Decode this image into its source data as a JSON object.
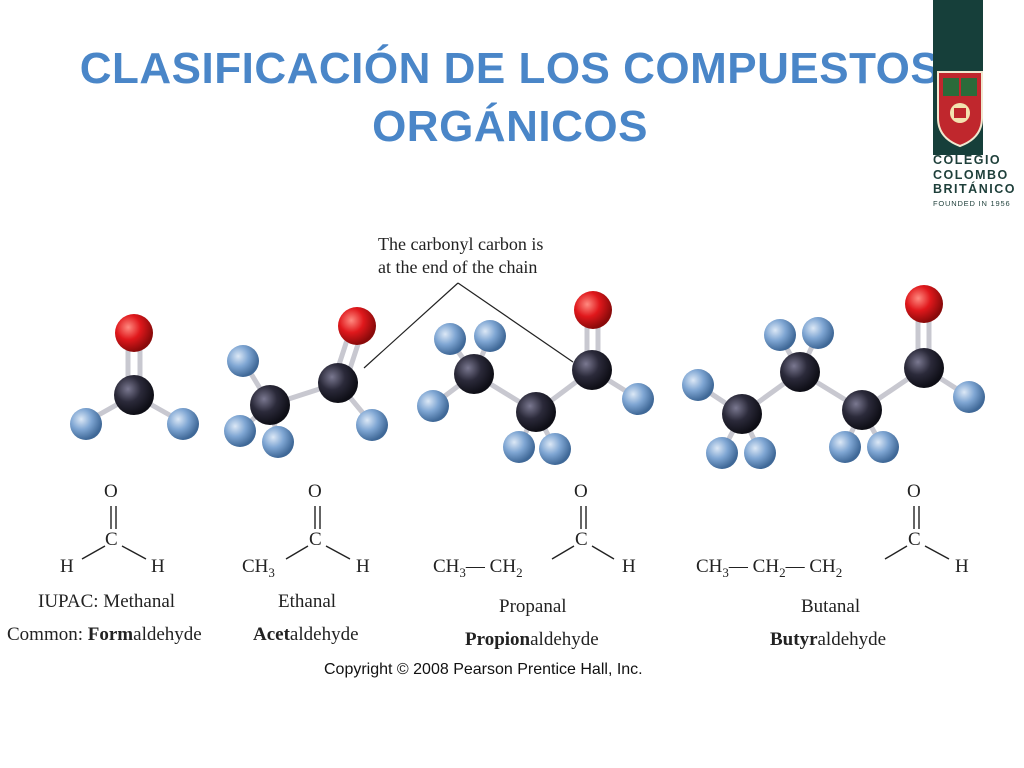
{
  "slide": {
    "title_line1": "CLASIFICACIÓN DE LOS COMPUESTOS",
    "title_line2": "ORGÁNICOS"
  },
  "logo": {
    "line1": "COLEGIO",
    "line2": "COLOMBO",
    "line3": "BRITÁNICO",
    "founded": "FOUNDED IN 1956",
    "colors": {
      "bar": "#163f3a",
      "shield_red": "#c0272d"
    }
  },
  "callout": {
    "line1": "The carbonyl carbon is",
    "line2": "at the end of the chain"
  },
  "formulas": {
    "O": "O",
    "C": "C",
    "H": "H",
    "CH3": "CH",
    "CH2": "CH",
    "sub3": "3",
    "sub2": "2",
    "bond_dash": "—"
  },
  "compounds": [
    {
      "iupac_prefix": "IUPAC: ",
      "iupac": "Methanal",
      "common_prefix": "Common: ",
      "common_bold": "Form",
      "common_rest": "aldehyde"
    },
    {
      "iupac": "Ethanal",
      "common_bold": "Acet",
      "common_rest": "aldehyde"
    },
    {
      "iupac": "Propanal",
      "common_bold": "Propion",
      "common_rest": "aldehyde"
    },
    {
      "iupac": "Butanal",
      "common_bold": "Butyr",
      "common_rest": "aldehyde"
    }
  ],
  "copyright": "Copyright © 2008 Pearson Prentice Hall, Inc.",
  "colors": {
    "title": "#4a86c8",
    "oxygen": "#e0181c",
    "carbon": "#2b2a3a",
    "hydrogen": "#7fa6d3",
    "bond": "#c8c8d0"
  }
}
